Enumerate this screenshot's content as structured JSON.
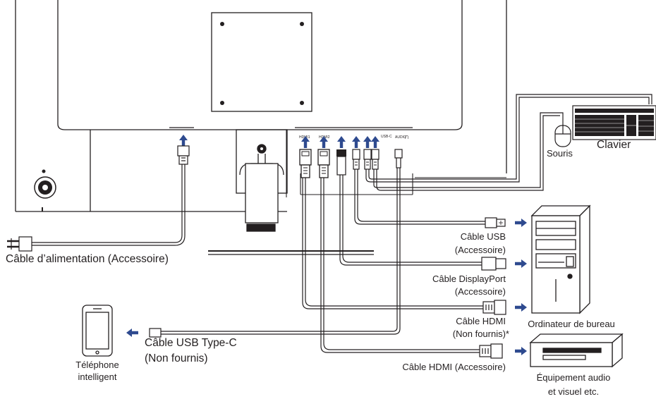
{
  "colors": {
    "line": "#231f20",
    "arrow": "#2e4a8f",
    "background": "#ffffff"
  },
  "peripherals": {
    "mouse_label": "Souris",
    "keyboard_label": "Clavier"
  },
  "cables": {
    "power": "Câble d’alimentation (Accessoire)",
    "usb_line1": "Câble USB",
    "usb_line2": "(Accessoire)",
    "displayport_line1": "Câble DisplayPort",
    "displayport_line2": "(Accessoire)",
    "hdmi_line1": "Câble HDMI",
    "hdmi_line2": "(Non fournis)*",
    "hdmi_av": "Câble HDMI (Accessoire)",
    "usbc_line1": "Câble USB Type-C",
    "usbc_line2": "(Non fournis)"
  },
  "devices": {
    "phone_line1": "Téléphone",
    "phone_line2": "intelligent",
    "computer": "Ordinateur de bureau",
    "av_line1": "Équipement audio",
    "av_line2": "et visuel etc."
  },
  "icons": [
    "port-arrow-icon",
    "phone-icon",
    "computer-tower-icon",
    "av-equipment-icon",
    "mouse-icon",
    "keyboard-icon"
  ]
}
